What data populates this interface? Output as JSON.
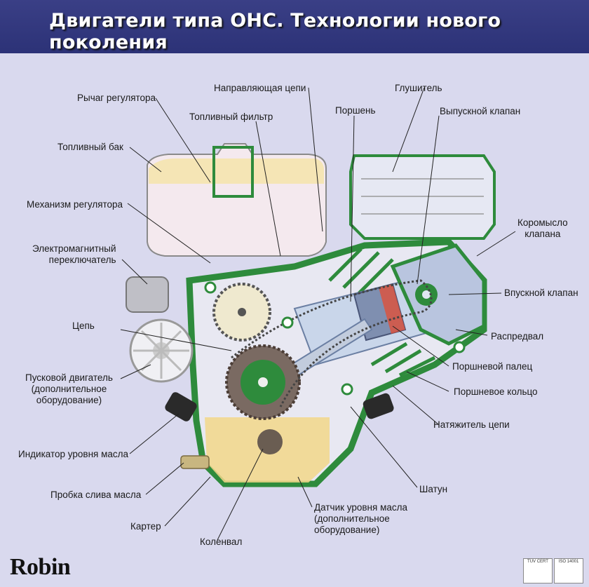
{
  "title": "Двигатели типа ОНС. Технологии нового поколения",
  "labels": {
    "governor_lever": "Рычаг регулятора",
    "chain_guide": "Направляющая цепи",
    "muffler": "Глушитель",
    "fuel_filter": "Топливный фильтр",
    "piston": "Поршень",
    "exhaust_valve": "Выпускной клапан",
    "fuel_tank": "Топливный бак",
    "rocker_arm": "Коромысло\nклапана",
    "governor_mechanism": "Механизм регулятора",
    "solenoid_switch": "Электромагнитный\nпереключатель",
    "intake_valve": "Впускной клапан",
    "camshaft": "Распредвал",
    "chain": "Цепь",
    "piston_pin": "Поршневой палец",
    "starter_motor": "Пусковой двигатель\n(дополнительное\nоборудование)",
    "piston_ring": "Поршневое кольцо",
    "chain_tensioner": "Натяжитель цепи",
    "oil_level_gauge": "Индикатор уровня масла",
    "connecting_rod": "Шатун",
    "oil_drain_plug": "Пробка слива масла",
    "oil_level_sensor": "Датчик уровня масла\n(дополнительное\nоборудование)",
    "crankcase": "Картер",
    "crankshaft": "Коленвал"
  },
  "brand": "Robin",
  "certs": {
    "tuv": "TÜV CERT",
    "iso": "ISO 14001"
  },
  "colors": {
    "header": "#2c3277",
    "background": "#d9d9ee",
    "engine_green": "#2e8b3c",
    "oil": "#f2d78a",
    "piston_hot": "#e0503a"
  }
}
